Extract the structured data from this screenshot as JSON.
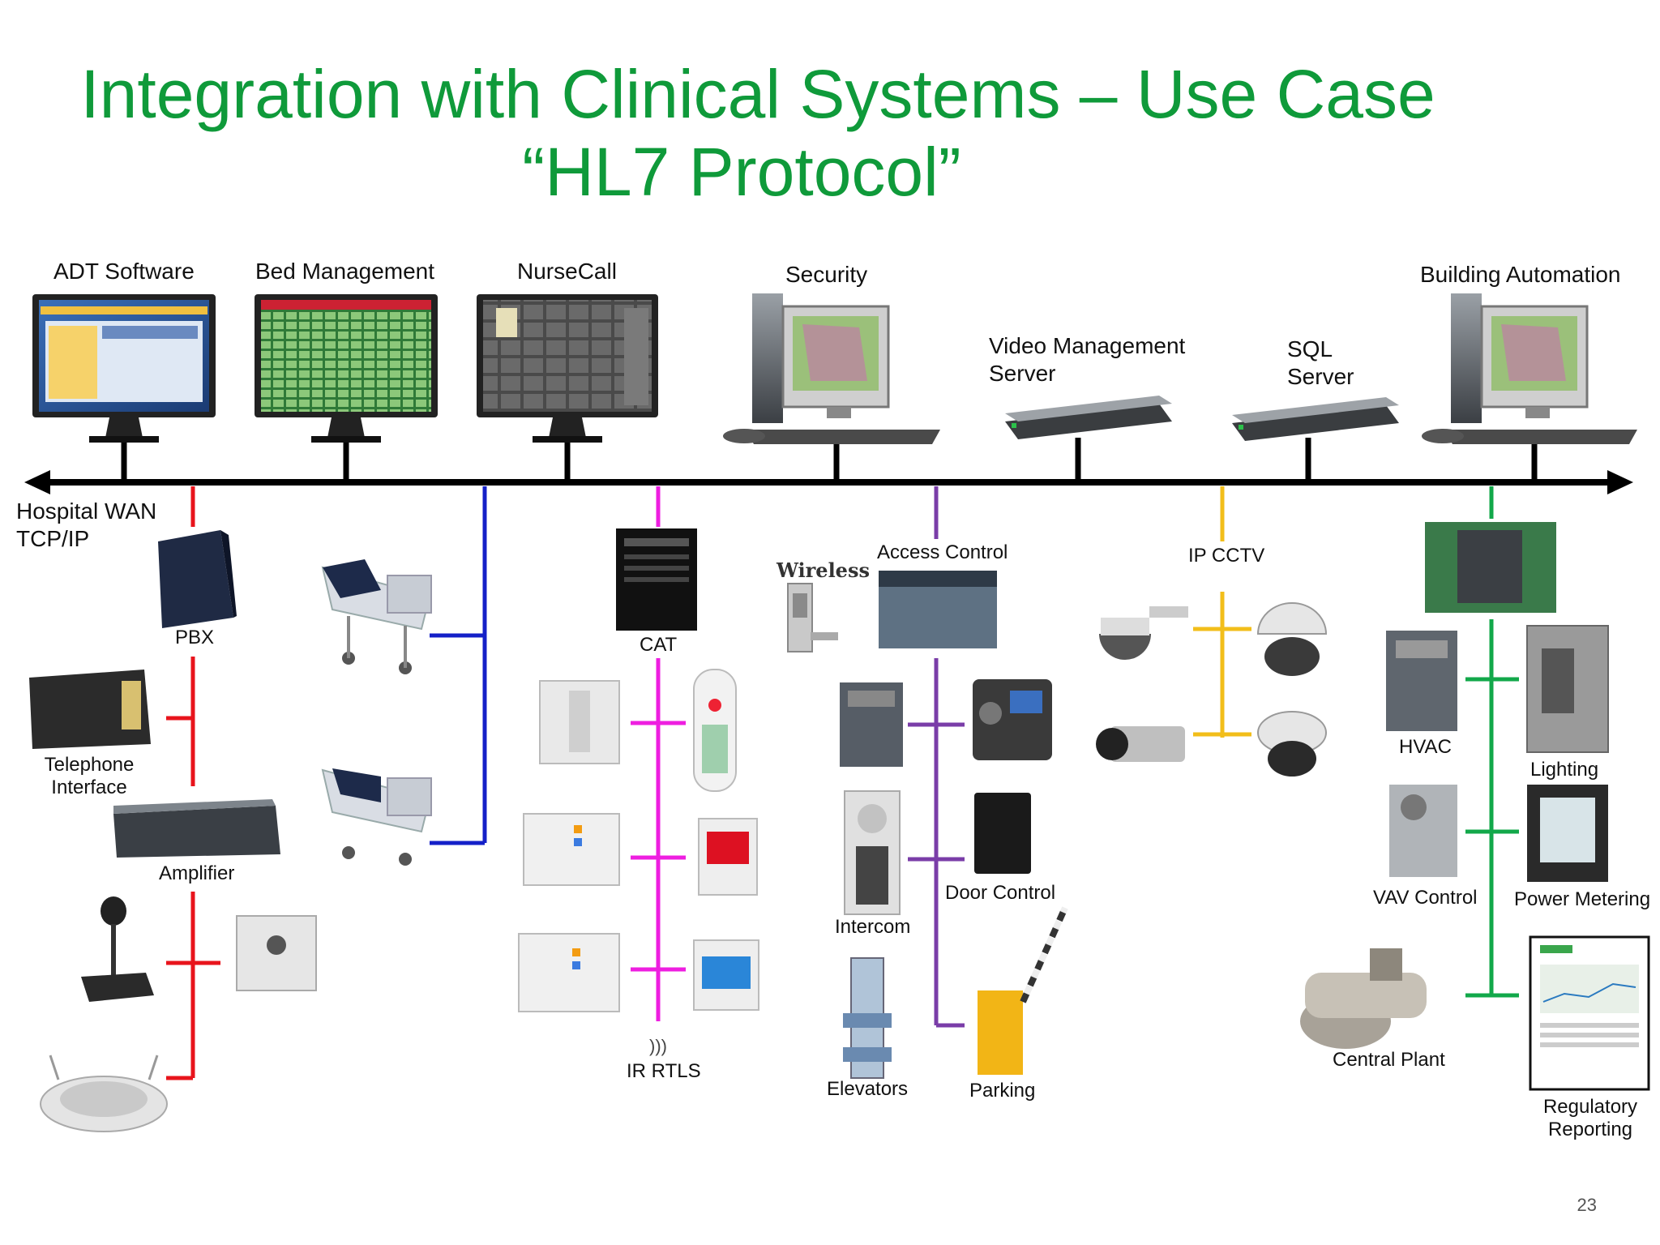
{
  "slide": {
    "title_line1": "Integration with Clinical Systems – Use Case",
    "title_line2": "“HL7 Protocol”",
    "page_number": "23"
  },
  "backbone": {
    "label_line1": "Hospital WAN",
    "label_line2": "TCP/IP"
  },
  "top_systems": {
    "adt": "ADT Software",
    "bed": "Bed Management",
    "nursecall": "NurseCall",
    "security": "Security",
    "vms_line1": "Video Management",
    "vms_line2": "Server",
    "sql_line1": "SQL",
    "sql_line2": "Server",
    "bas": "Building Automation"
  },
  "branches": {
    "telephony": {
      "color": "#e8141c",
      "pbx": "PBX",
      "telephone_line1": "Telephone",
      "telephone_line2": "Interface",
      "amplifier": "Amplifier"
    },
    "beds": {
      "color": "#1420c8"
    },
    "nursecall": {
      "color": "#ee1ee0",
      "cat": "CAT",
      "rtls": "IR RTLS"
    },
    "access": {
      "color": "#7a3da8",
      "wireless": "Wireless",
      "access_control": "Access Control",
      "intercom": "Intercom",
      "door_control": "Door Control",
      "elevators": "Elevators",
      "parking": "Parking"
    },
    "cctv": {
      "color": "#f2be1a",
      "ip_cctv": "IP CCTV"
    },
    "bas": {
      "color": "#12a84a",
      "hvac": "HVAC",
      "lighting": "Lighting",
      "vav": "VAV Control",
      "power": "Power Metering",
      "plant": "Central Plant",
      "reporting_line1": "Regulatory",
      "reporting_line2": "Reporting"
    }
  },
  "colors": {
    "title": "#0f9a3a",
    "backbone": "#000000"
  }
}
